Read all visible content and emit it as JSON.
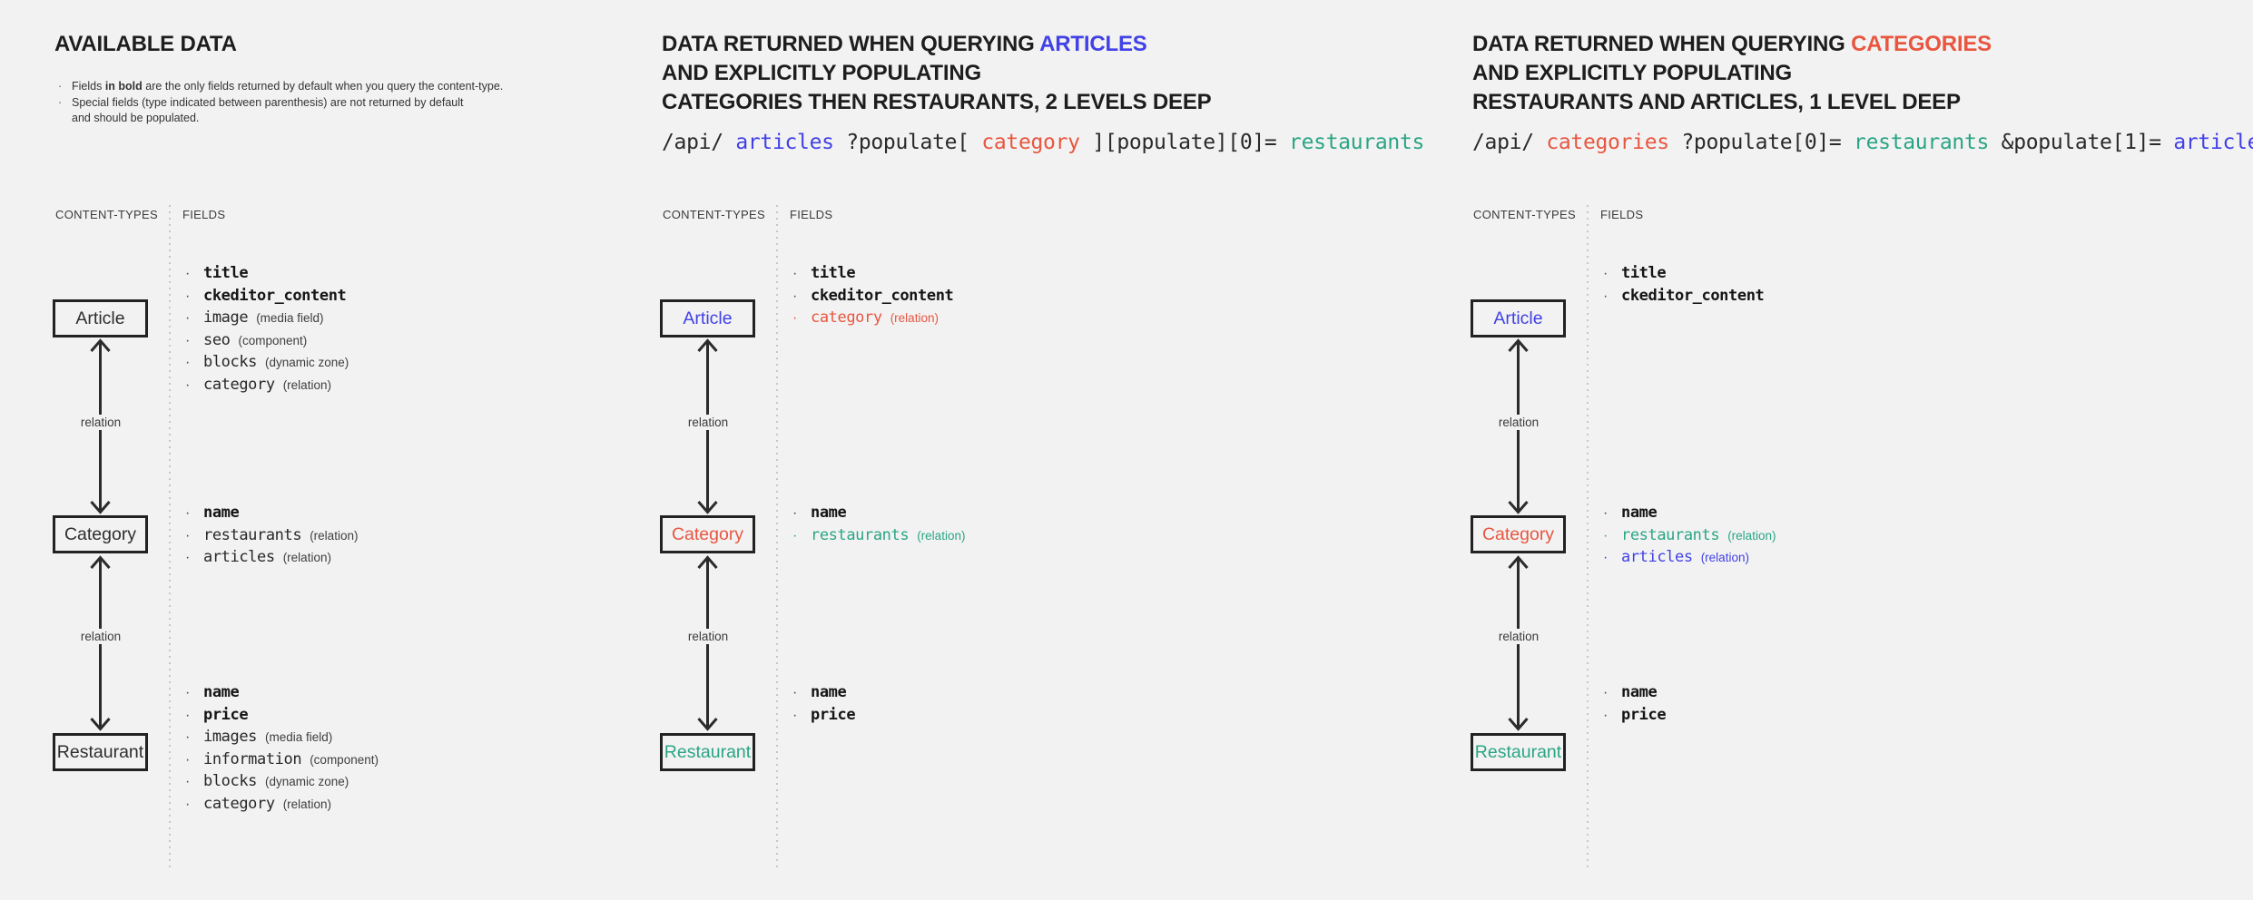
{
  "strings": {
    "relation": "relation",
    "bullet": "·"
  },
  "colors": {
    "blue": "#4141e6",
    "red": "#e85640",
    "teal": "#2aa584",
    "ink": "#1d1d1d",
    "background": "#f2f2f2"
  },
  "columns": [
    {
      "pos": "col-0",
      "title": [
        {
          "segs": [
            {
              "t": "AVAILABLE DATA"
            }
          ]
        }
      ],
      "notes": [
        {
          "segs": [
            {
              "t": "Fields "
            },
            {
              "t": "in bold",
              "c": "b"
            },
            {
              "t": " are the only fields returned by default when you query the content-type."
            }
          ]
        },
        {
          "segs": [
            {
              "t": "Special fields (type indicated between parenthesis) are not returned by default"
            }
          ]
        },
        {
          "c": "nob",
          "segs": [
            {
              "t": "and should be populated."
            }
          ]
        }
      ],
      "url": [],
      "content_types_label": "CONTENT-TYPES",
      "fields_label": "FIELDS",
      "groups": [
        {
          "pos": "g0",
          "box": {
            "label": "Article",
            "c": ""
          },
          "fields": [
            {
              "name": "title",
              "c": "fb"
            },
            {
              "name": "ckeditor_content",
              "c": "fb"
            },
            {
              "name": "image",
              "type": "(media field)"
            },
            {
              "name": "seo",
              "type": "(component)"
            },
            {
              "name": "blocks",
              "type": "(dynamic zone)"
            },
            {
              "name": "category",
              "type": "(relation)"
            }
          ]
        },
        {
          "pos": "g1",
          "box": {
            "label": "Category",
            "c": ""
          },
          "fields": [
            {
              "name": "name",
              "c": "fb"
            },
            {
              "name": "restaurants",
              "type": "(relation)"
            },
            {
              "name": "articles",
              "type": "(relation)"
            }
          ]
        },
        {
          "pos": "g2",
          "box": {
            "label": "Restaurant",
            "c": ""
          },
          "fields": [
            {
              "name": "name",
              "c": "fb"
            },
            {
              "name": "price",
              "c": "fb"
            },
            {
              "name": "images",
              "type": "(media field)"
            },
            {
              "name": "information",
              "type": "(component)"
            },
            {
              "name": "blocks",
              "type": "(dynamic zone)"
            },
            {
              "name": "category",
              "type": "(relation)"
            }
          ]
        }
      ]
    },
    {
      "pos": "col-1",
      "title": [
        {
          "segs": [
            {
              "t": "DATA RETURNED WHEN QUERYING "
            },
            {
              "t": "ARTICLES",
              "c": "hl-blue"
            }
          ]
        },
        {
          "segs": [
            {
              "t": "AND EXPLICITLY POPULATING"
            }
          ]
        },
        {
          "segs": [
            {
              "t": "CATEGORIES THEN RESTAURANTS, 2 LEVELS DEEP"
            }
          ]
        }
      ],
      "notes": [],
      "url": [
        {
          "t": "/api/"
        },
        {
          "t": "articles",
          "c": "hl-blue"
        },
        {
          "t": "?populate["
        },
        {
          "t": "category",
          "c": "hl-red"
        },
        {
          "t": "][populate][0]="
        },
        {
          "t": "restaurants",
          "c": "hl-teal"
        }
      ],
      "content_types_label": "CONTENT-TYPES",
      "fields_label": "FIELDS",
      "groups": [
        {
          "pos": "g0",
          "box": {
            "label": "Article",
            "c": "hl-blue"
          },
          "fields": [
            {
              "name": "title",
              "c": "fb"
            },
            {
              "name": "ckeditor_content",
              "c": "fb"
            },
            {
              "name": "category",
              "type": "(relation)",
              "c": "hl-red"
            }
          ]
        },
        {
          "pos": "g1",
          "box": {
            "label": "Category",
            "c": "hl-red"
          },
          "fields": [
            {
              "name": "name",
              "c": "fb"
            },
            {
              "name": "restaurants",
              "type": "(relation)",
              "c": "hl-teal"
            }
          ]
        },
        {
          "pos": "g2",
          "box": {
            "label": "Restaurant",
            "c": "hl-teal"
          },
          "fields": [
            {
              "name": "name",
              "c": "fb"
            },
            {
              "name": "price",
              "c": "fb"
            }
          ]
        }
      ]
    },
    {
      "pos": "col-2",
      "title": [
        {
          "segs": [
            {
              "t": "DATA RETURNED WHEN QUERYING "
            },
            {
              "t": "CATEGORIES",
              "c": "hl-red"
            }
          ]
        },
        {
          "segs": [
            {
              "t": "AND EXPLICITLY POPULATING"
            }
          ]
        },
        {
          "segs": [
            {
              "t": "RESTAURANTS AND ARTICLES, 1 LEVEL DEEP"
            }
          ]
        }
      ],
      "notes": [],
      "url": [
        {
          "t": "/api/"
        },
        {
          "t": "categories",
          "c": "hl-red"
        },
        {
          "t": "?populate[0]="
        },
        {
          "t": "restaurants",
          "c": "hl-teal"
        },
        {
          "t": "&populate[1]="
        },
        {
          "t": "articles",
          "c": "hl-blue"
        }
      ],
      "content_types_label": "CONTENT-TYPES",
      "fields_label": "FIELDS",
      "groups": [
        {
          "pos": "g0",
          "box": {
            "label": "Article",
            "c": "hl-blue"
          },
          "fields": [
            {
              "name": "title",
              "c": "fb"
            },
            {
              "name": "ckeditor_content",
              "c": "fb"
            }
          ]
        },
        {
          "pos": "g1",
          "box": {
            "label": "Category",
            "c": "hl-red"
          },
          "fields": [
            {
              "name": "name",
              "c": "fb"
            },
            {
              "name": "restaurants",
              "type": "(relation)",
              "c": "hl-teal"
            },
            {
              "name": "articles",
              "type": "(relation)",
              "c": "hl-blue"
            }
          ]
        },
        {
          "pos": "g2",
          "box": {
            "label": "Restaurant",
            "c": "hl-teal"
          },
          "fields": [
            {
              "name": "name",
              "c": "fb"
            },
            {
              "name": "price",
              "c": "fb"
            }
          ]
        }
      ]
    }
  ]
}
